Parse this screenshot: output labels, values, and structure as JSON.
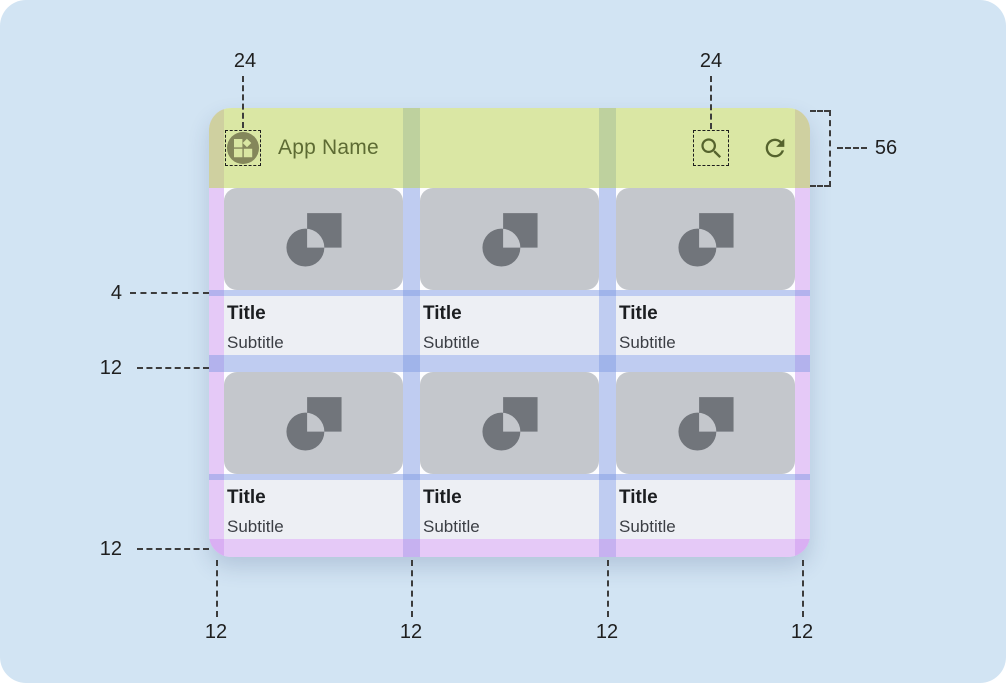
{
  "app": {
    "name": "App Name",
    "appbar": {
      "leading_icon": "widgets-icon",
      "action_icons": [
        "search-icon",
        "refresh-icon"
      ]
    },
    "cards": [
      {
        "title": "Title",
        "subtitle": "Subtitle"
      },
      {
        "title": "Title",
        "subtitle": "Subtitle"
      },
      {
        "title": "Title",
        "subtitle": "Subtitle"
      },
      {
        "title": "Title",
        "subtitle": "Subtitle"
      },
      {
        "title": "Title",
        "subtitle": "Subtitle"
      },
      {
        "title": "Title",
        "subtitle": "Subtitle"
      }
    ],
    "card_image_icon": "image-placeholder-icon"
  },
  "annotations": {
    "top_left_icon_size": "24",
    "top_right_icon_size": "24",
    "appbar_height": "56",
    "left_gap_image_title": "4",
    "left_row_gutter": "12",
    "left_bottom_margin": "12",
    "bottom_left_margin": "12",
    "bottom_gutter_1": "12",
    "bottom_gutter_2": "12",
    "bottom_right_margin": "12"
  },
  "colors": {
    "canvas_bg": "#d2e4f3",
    "appbar_overlay_green": "#dbe8a4",
    "gutter_overlay_blue": "#c1cef1",
    "margin_overlay_purple": "#e6cbf8",
    "appbar_text_olive": "#5d6b33",
    "card_image_gray": "#c4c7cc",
    "card_text_bg": "#edeff4"
  }
}
